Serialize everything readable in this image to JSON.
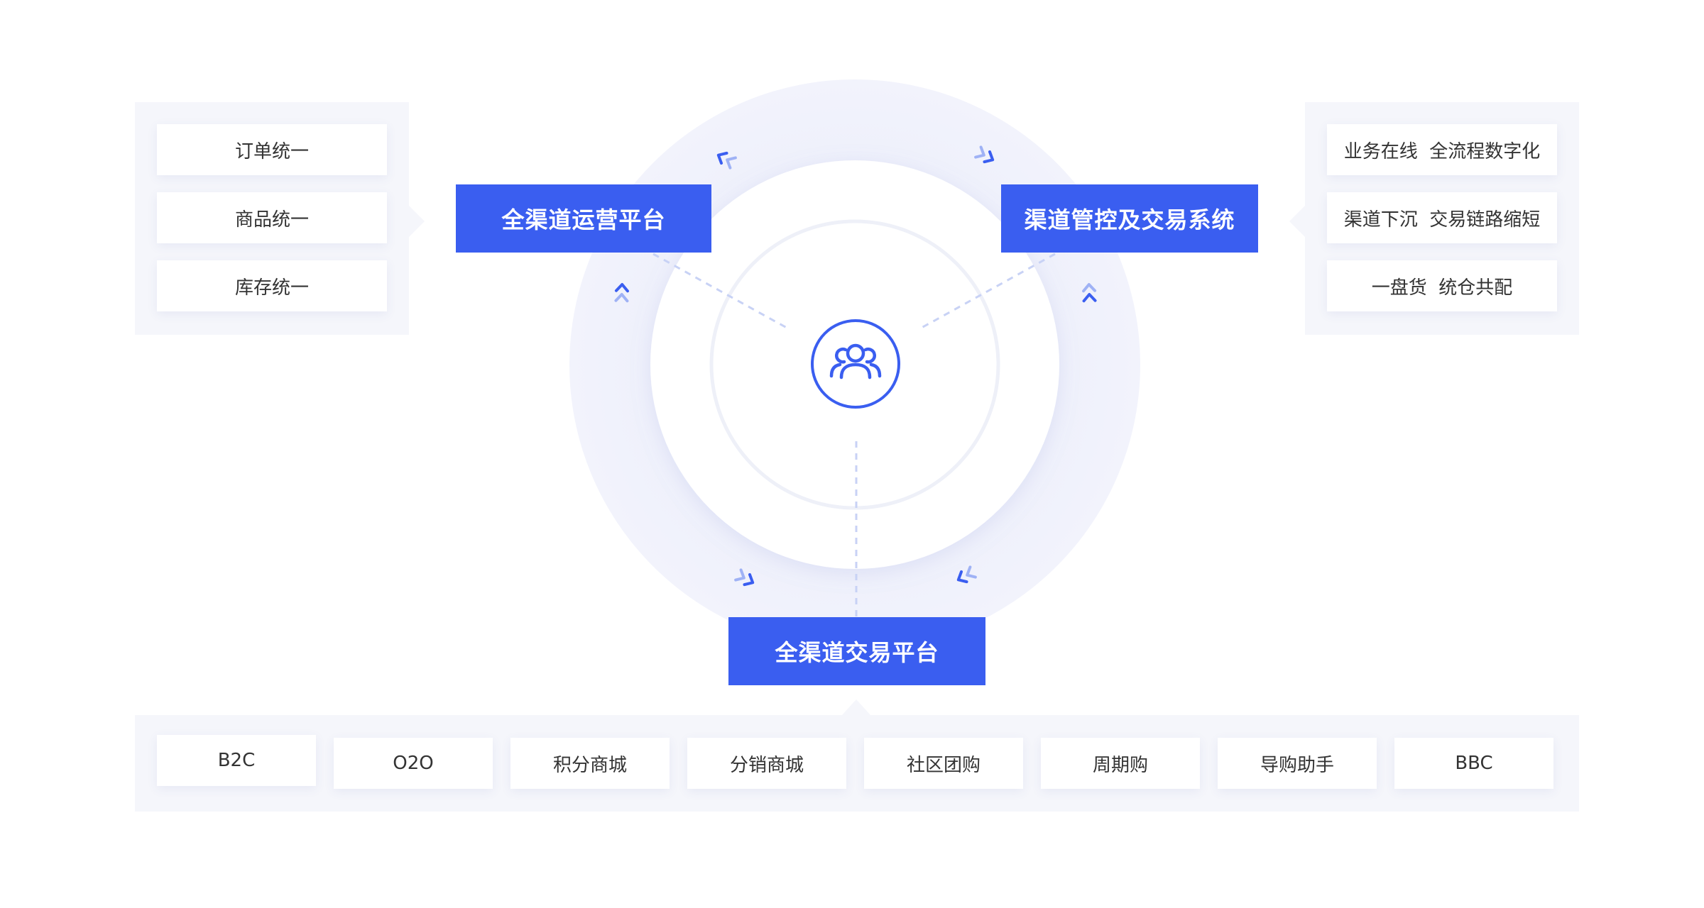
{
  "platforms": {
    "ops": "全渠道运营平台",
    "channel": "渠道管控及交易系统",
    "trade": "全渠道交易平台"
  },
  "left_items": [
    "订单统一",
    "商品统一",
    "库存统一"
  ],
  "right_items": [
    "业务在线  全流程数字化",
    "渠道下沉  交易链路缩短",
    "一盘货  统仓共配"
  ],
  "bottom_items": [
    "B2C",
    "O2O",
    "积分商城",
    "分销商城",
    "社区团购",
    "周期购",
    "导购助手",
    "BBC"
  ],
  "icons": {
    "center": "users-group-icon",
    "flow": "double-chevron-arrow-icon"
  },
  "colors": {
    "primary": "#3a5ef0",
    "arrow_light": "#9fb2f5",
    "ring_outer": "#eef0fb",
    "panel_bg": "#f5f6fb",
    "text": "#333333"
  }
}
